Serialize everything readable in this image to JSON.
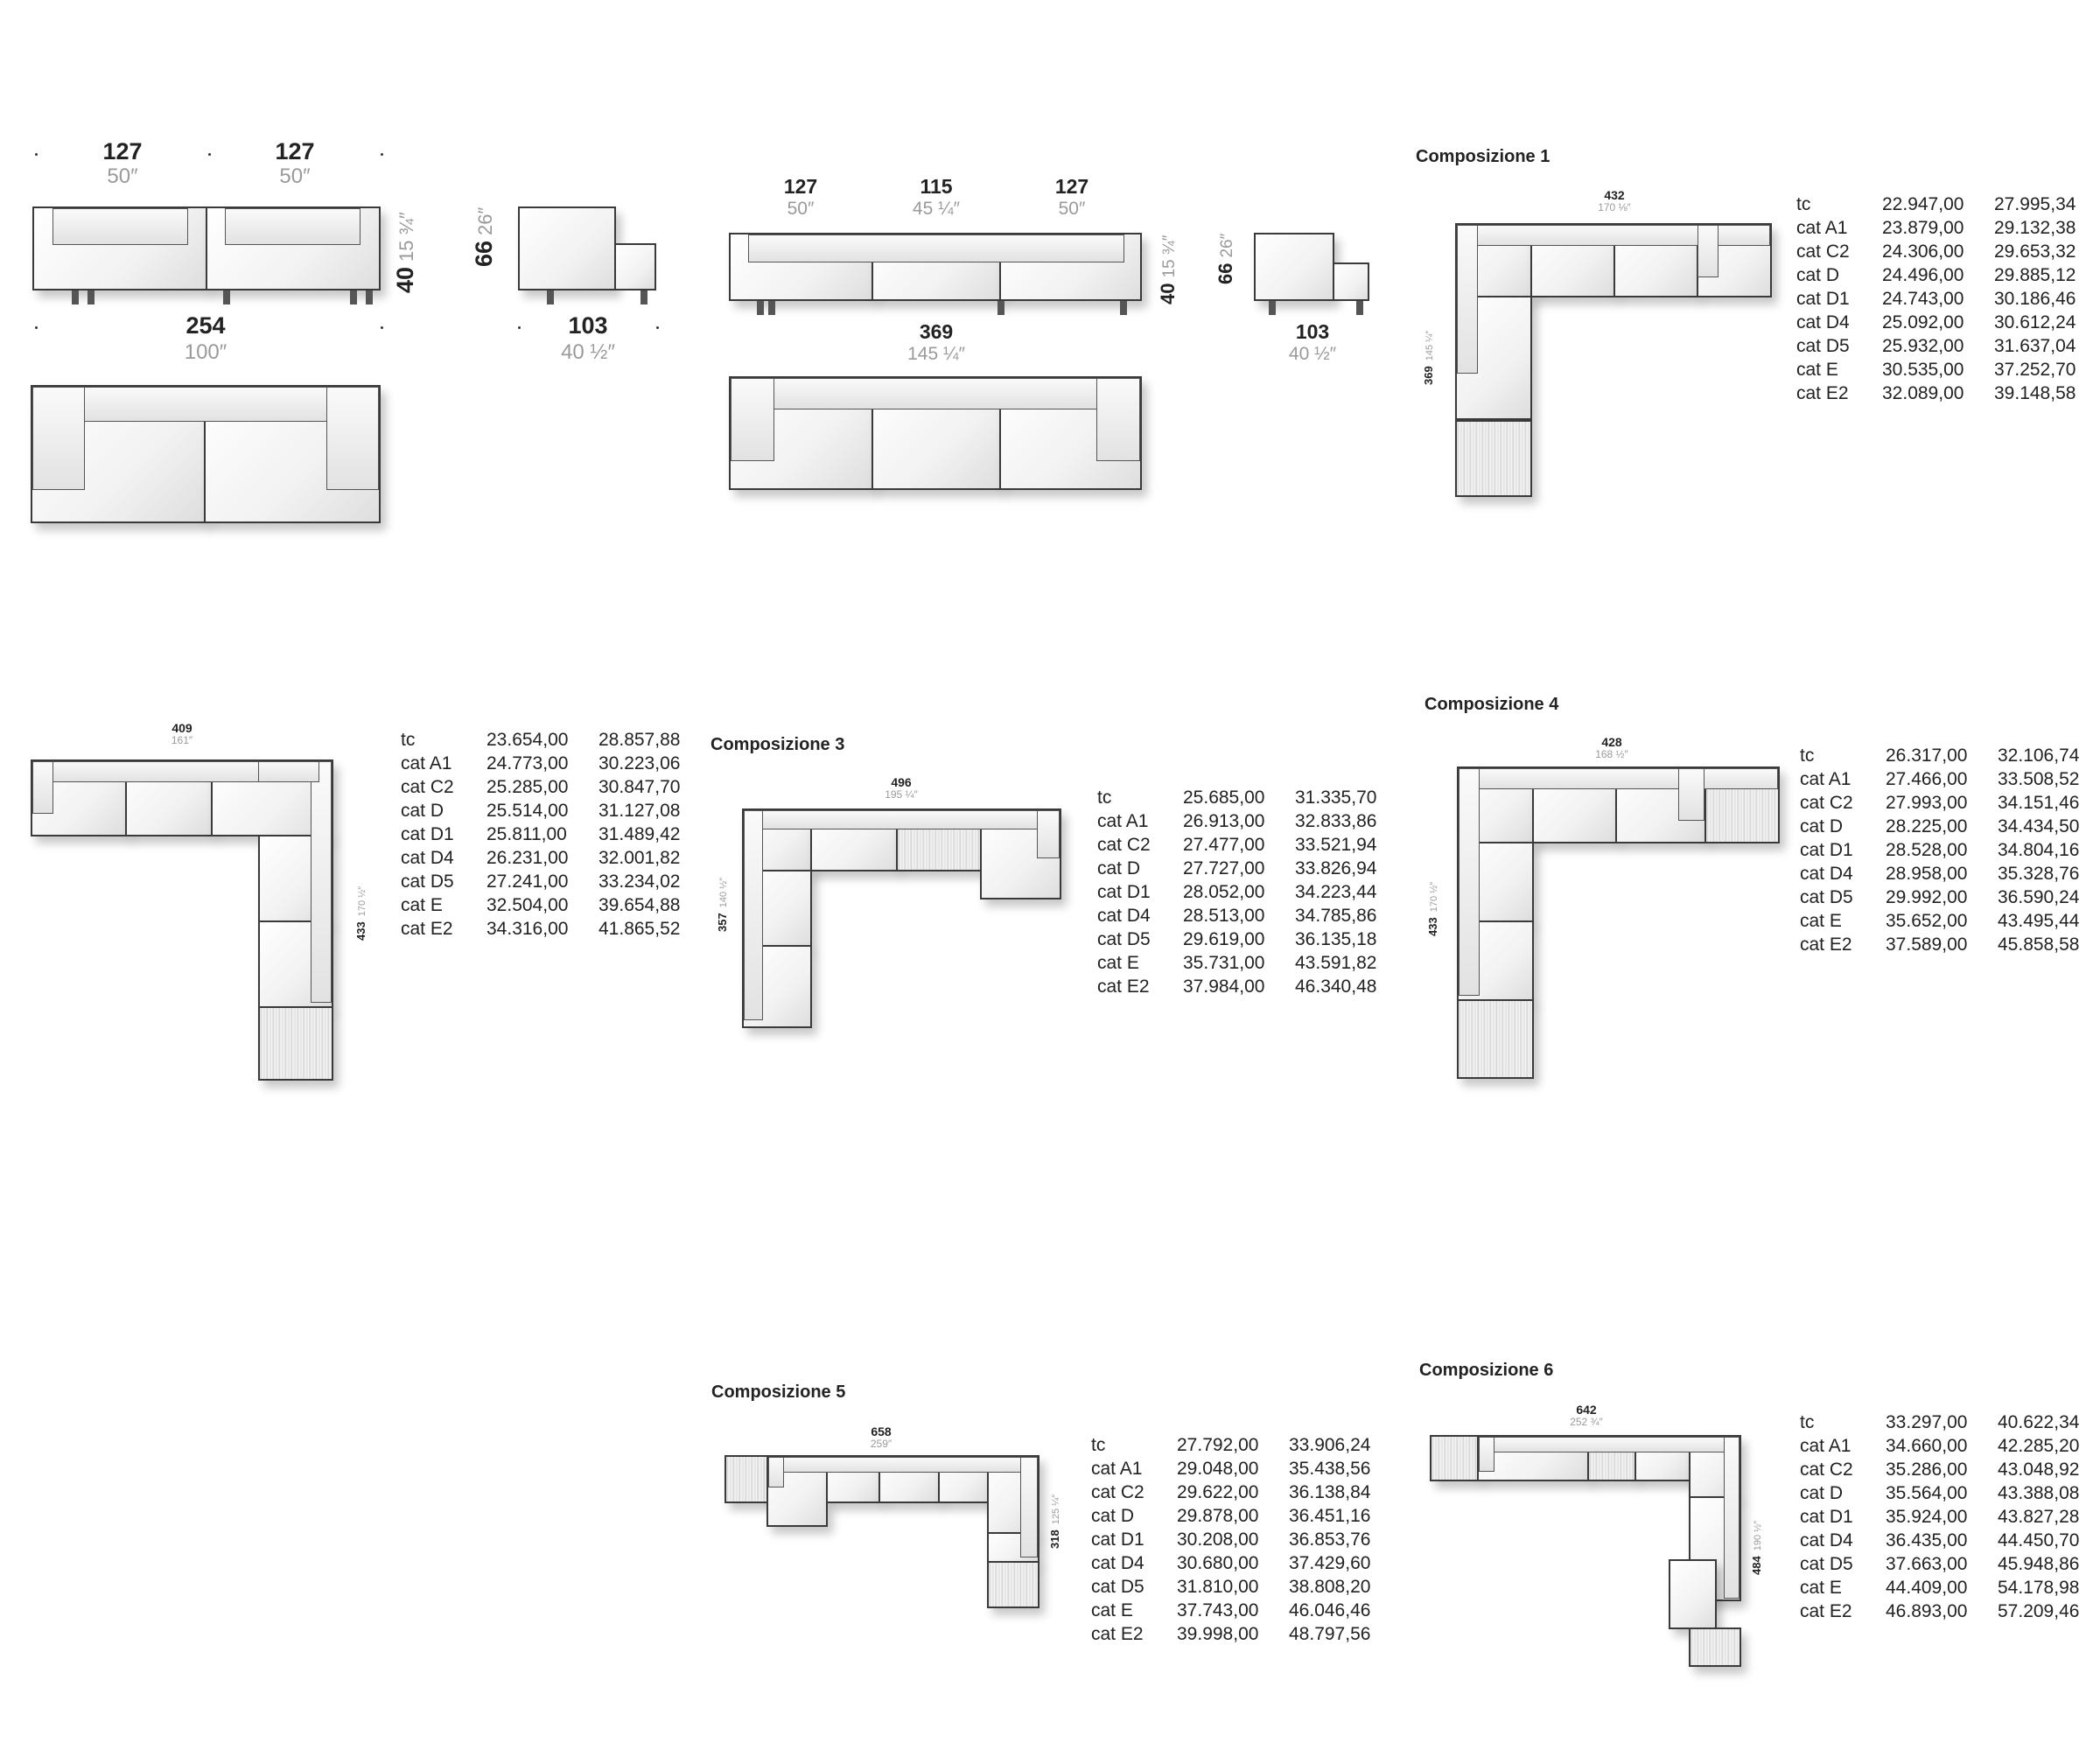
{
  "sofa_2_seat": {
    "module_widths": [
      {
        "cm": "127",
        "in": "50″"
      },
      {
        "cm": "127",
        "in": "50″"
      }
    ],
    "total_width": {
      "cm": "254",
      "in": "100″"
    },
    "seat_height": {
      "cm": "40",
      "in": "15 ¾″"
    },
    "height": {
      "cm": "66",
      "in": "26″"
    },
    "depth": {
      "cm": "103",
      "in": "40 ½″"
    }
  },
  "sofa_3_seat": {
    "module_widths": [
      {
        "cm": "127",
        "in": "50″"
      },
      {
        "cm": "115",
        "in": "45 ¼″"
      },
      {
        "cm": "127",
        "in": "50″"
      }
    ],
    "total_width": {
      "cm": "369",
      "in": "145 ¼″"
    },
    "seat_height": {
      "cm": "40",
      "in": "15 ¾″"
    },
    "height": {
      "cm": "66",
      "in": "26″"
    },
    "depth": {
      "cm": "103",
      "in": "40 ½″"
    }
  },
  "compositions": [
    {
      "title": "Composizione 1",
      "width": {
        "cm": "432",
        "in": "170 ⅛″"
      },
      "depth": {
        "cm": "369",
        "in": "145 ¼″"
      },
      "prices": [
        [
          "tc",
          "22.947,00",
          "27.995,34"
        ],
        [
          "cat A1",
          "23.879,00",
          "29.132,38"
        ],
        [
          "cat C2",
          "24.306,00",
          "29.653,32"
        ],
        [
          "cat D",
          "24.496,00",
          "29.885,12"
        ],
        [
          "cat D1",
          "24.743,00",
          "30.186,46"
        ],
        [
          "cat D4",
          "25.092,00",
          "30.612,24"
        ],
        [
          "cat D5",
          "25.932,00",
          "31.637,04"
        ],
        [
          "cat E",
          "30.535,00",
          "37.252,70"
        ],
        [
          "cat E2",
          "32.089,00",
          "39.148,58"
        ]
      ]
    },
    {
      "title": "",
      "width": {
        "cm": "409",
        "in": "161″"
      },
      "depth": {
        "cm": "433",
        "in": "170 ½″"
      },
      "prices": [
        [
          "tc",
          "23.654,00",
          "28.857,88"
        ],
        [
          "cat A1",
          "24.773,00",
          "30.223,06"
        ],
        [
          "cat C2",
          "25.285,00",
          "30.847,70"
        ],
        [
          "cat D",
          "25.514,00",
          "31.127,08"
        ],
        [
          "cat D1",
          "25.811,00",
          "31.489,42"
        ],
        [
          "cat D4",
          "26.231,00",
          "32.001,82"
        ],
        [
          "cat D5",
          "27.241,00",
          "33.234,02"
        ],
        [
          "cat E",
          "32.504,00",
          "39.654,88"
        ],
        [
          "cat E2",
          "34.316,00",
          "41.865,52"
        ]
      ]
    },
    {
      "title": "Composizione 3",
      "width": {
        "cm": "496",
        "in": "195 ¼″"
      },
      "depth": {
        "cm": "357",
        "in": "140 ½″"
      },
      "prices": [
        [
          "tc",
          "25.685,00",
          "31.335,70"
        ],
        [
          "cat A1",
          "26.913,00",
          "32.833,86"
        ],
        [
          "cat C2",
          "27.477,00",
          "33.521,94"
        ],
        [
          "cat D",
          "27.727,00",
          "33.826,94"
        ],
        [
          "cat D1",
          "28.052,00",
          "34.223,44"
        ],
        [
          "cat D4",
          "28.513,00",
          "34.785,86"
        ],
        [
          "cat D5",
          "29.619,00",
          "36.135,18"
        ],
        [
          "cat E",
          "35.731,00",
          "43.591,82"
        ],
        [
          "cat E2",
          "37.984,00",
          "46.340,48"
        ]
      ]
    },
    {
      "title": "Composizione 4",
      "width": {
        "cm": "428",
        "in": "168 ½″"
      },
      "depth": {
        "cm": "433",
        "in": "170 ½″"
      },
      "prices": [
        [
          "tc",
          "26.317,00",
          "32.106,74"
        ],
        [
          "cat A1",
          "27.466,00",
          "33.508,52"
        ],
        [
          "cat C2",
          "27.993,00",
          "34.151,46"
        ],
        [
          "cat D",
          "28.225,00",
          "34.434,50"
        ],
        [
          "cat D1",
          "28.528,00",
          "34.804,16"
        ],
        [
          "cat D4",
          "28.958,00",
          "35.328,76"
        ],
        [
          "cat D5",
          "29.992,00",
          "36.590,24"
        ],
        [
          "cat E",
          "35.652,00",
          "43.495,44"
        ],
        [
          "cat E2",
          "37.589,00",
          "45.858,58"
        ]
      ]
    },
    {
      "title": "Composizione 5",
      "width": {
        "cm": "658",
        "in": "259″"
      },
      "depth": {
        "cm": "318",
        "in": "125 ¼″"
      },
      "prices": [
        [
          "tc",
          "27.792,00",
          "33.906,24"
        ],
        [
          "cat A1",
          "29.048,00",
          "35.438,56"
        ],
        [
          "cat C2",
          "29.622,00",
          "36.138,84"
        ],
        [
          "cat D",
          "29.878,00",
          "36.451,16"
        ],
        [
          "cat D1",
          "30.208,00",
          "36.853,76"
        ],
        [
          "cat D4",
          "30.680,00",
          "37.429,60"
        ],
        [
          "cat D5",
          "31.810,00",
          "38.808,20"
        ],
        [
          "cat E",
          "37.743,00",
          "46.046,46"
        ],
        [
          "cat E2",
          "39.998,00",
          "48.797,56"
        ]
      ]
    },
    {
      "title": "Composizione 6",
      "width": {
        "cm": "642",
        "in": "252 ¾″"
      },
      "depth": {
        "cm": "484",
        "in": "190 ½″"
      },
      "prices": [
        [
          "tc",
          "33.297,00",
          "40.622,34"
        ],
        [
          "cat A1",
          "34.660,00",
          "42.285,20"
        ],
        [
          "cat C2",
          "35.286,00",
          "43.048,92"
        ],
        [
          "cat D",
          "35.564,00",
          "43.388,08"
        ],
        [
          "cat D1",
          "35.924,00",
          "43.827,28"
        ],
        [
          "cat D4",
          "36.435,00",
          "44.450,70"
        ],
        [
          "cat D5",
          "37.663,00",
          "45.948,86"
        ],
        [
          "cat E",
          "44.409,00",
          "54.178,98"
        ],
        [
          "cat E2",
          "46.893,00",
          "57.209,46"
        ]
      ]
    }
  ]
}
